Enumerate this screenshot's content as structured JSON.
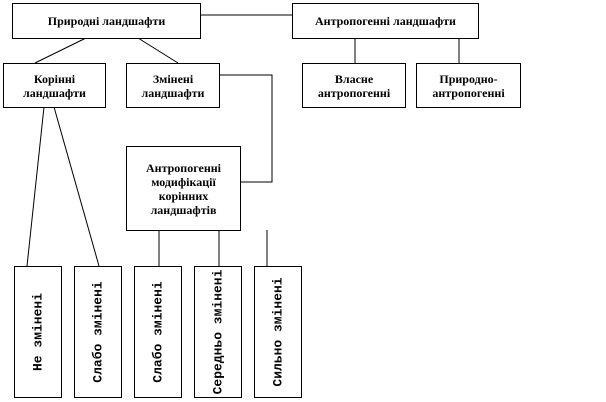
{
  "top": {
    "natural": "Природні ландшафти",
    "anthropogenic": "Антропогенні ландшафти"
  },
  "second": {
    "root": "Корінні ландшафти",
    "changed": "Змінені ландшафти",
    "proper": "Власне антропогенні",
    "natural_anthropogenic": "Природно-антропогенні"
  },
  "modifications": "Антропогенні модифікації корінних ландшафтів",
  "leaves": [
    "Не змінені",
    "Слабо змінені",
    "Слабо змінені",
    "Середньо змінені",
    "Сильно змінені"
  ]
}
